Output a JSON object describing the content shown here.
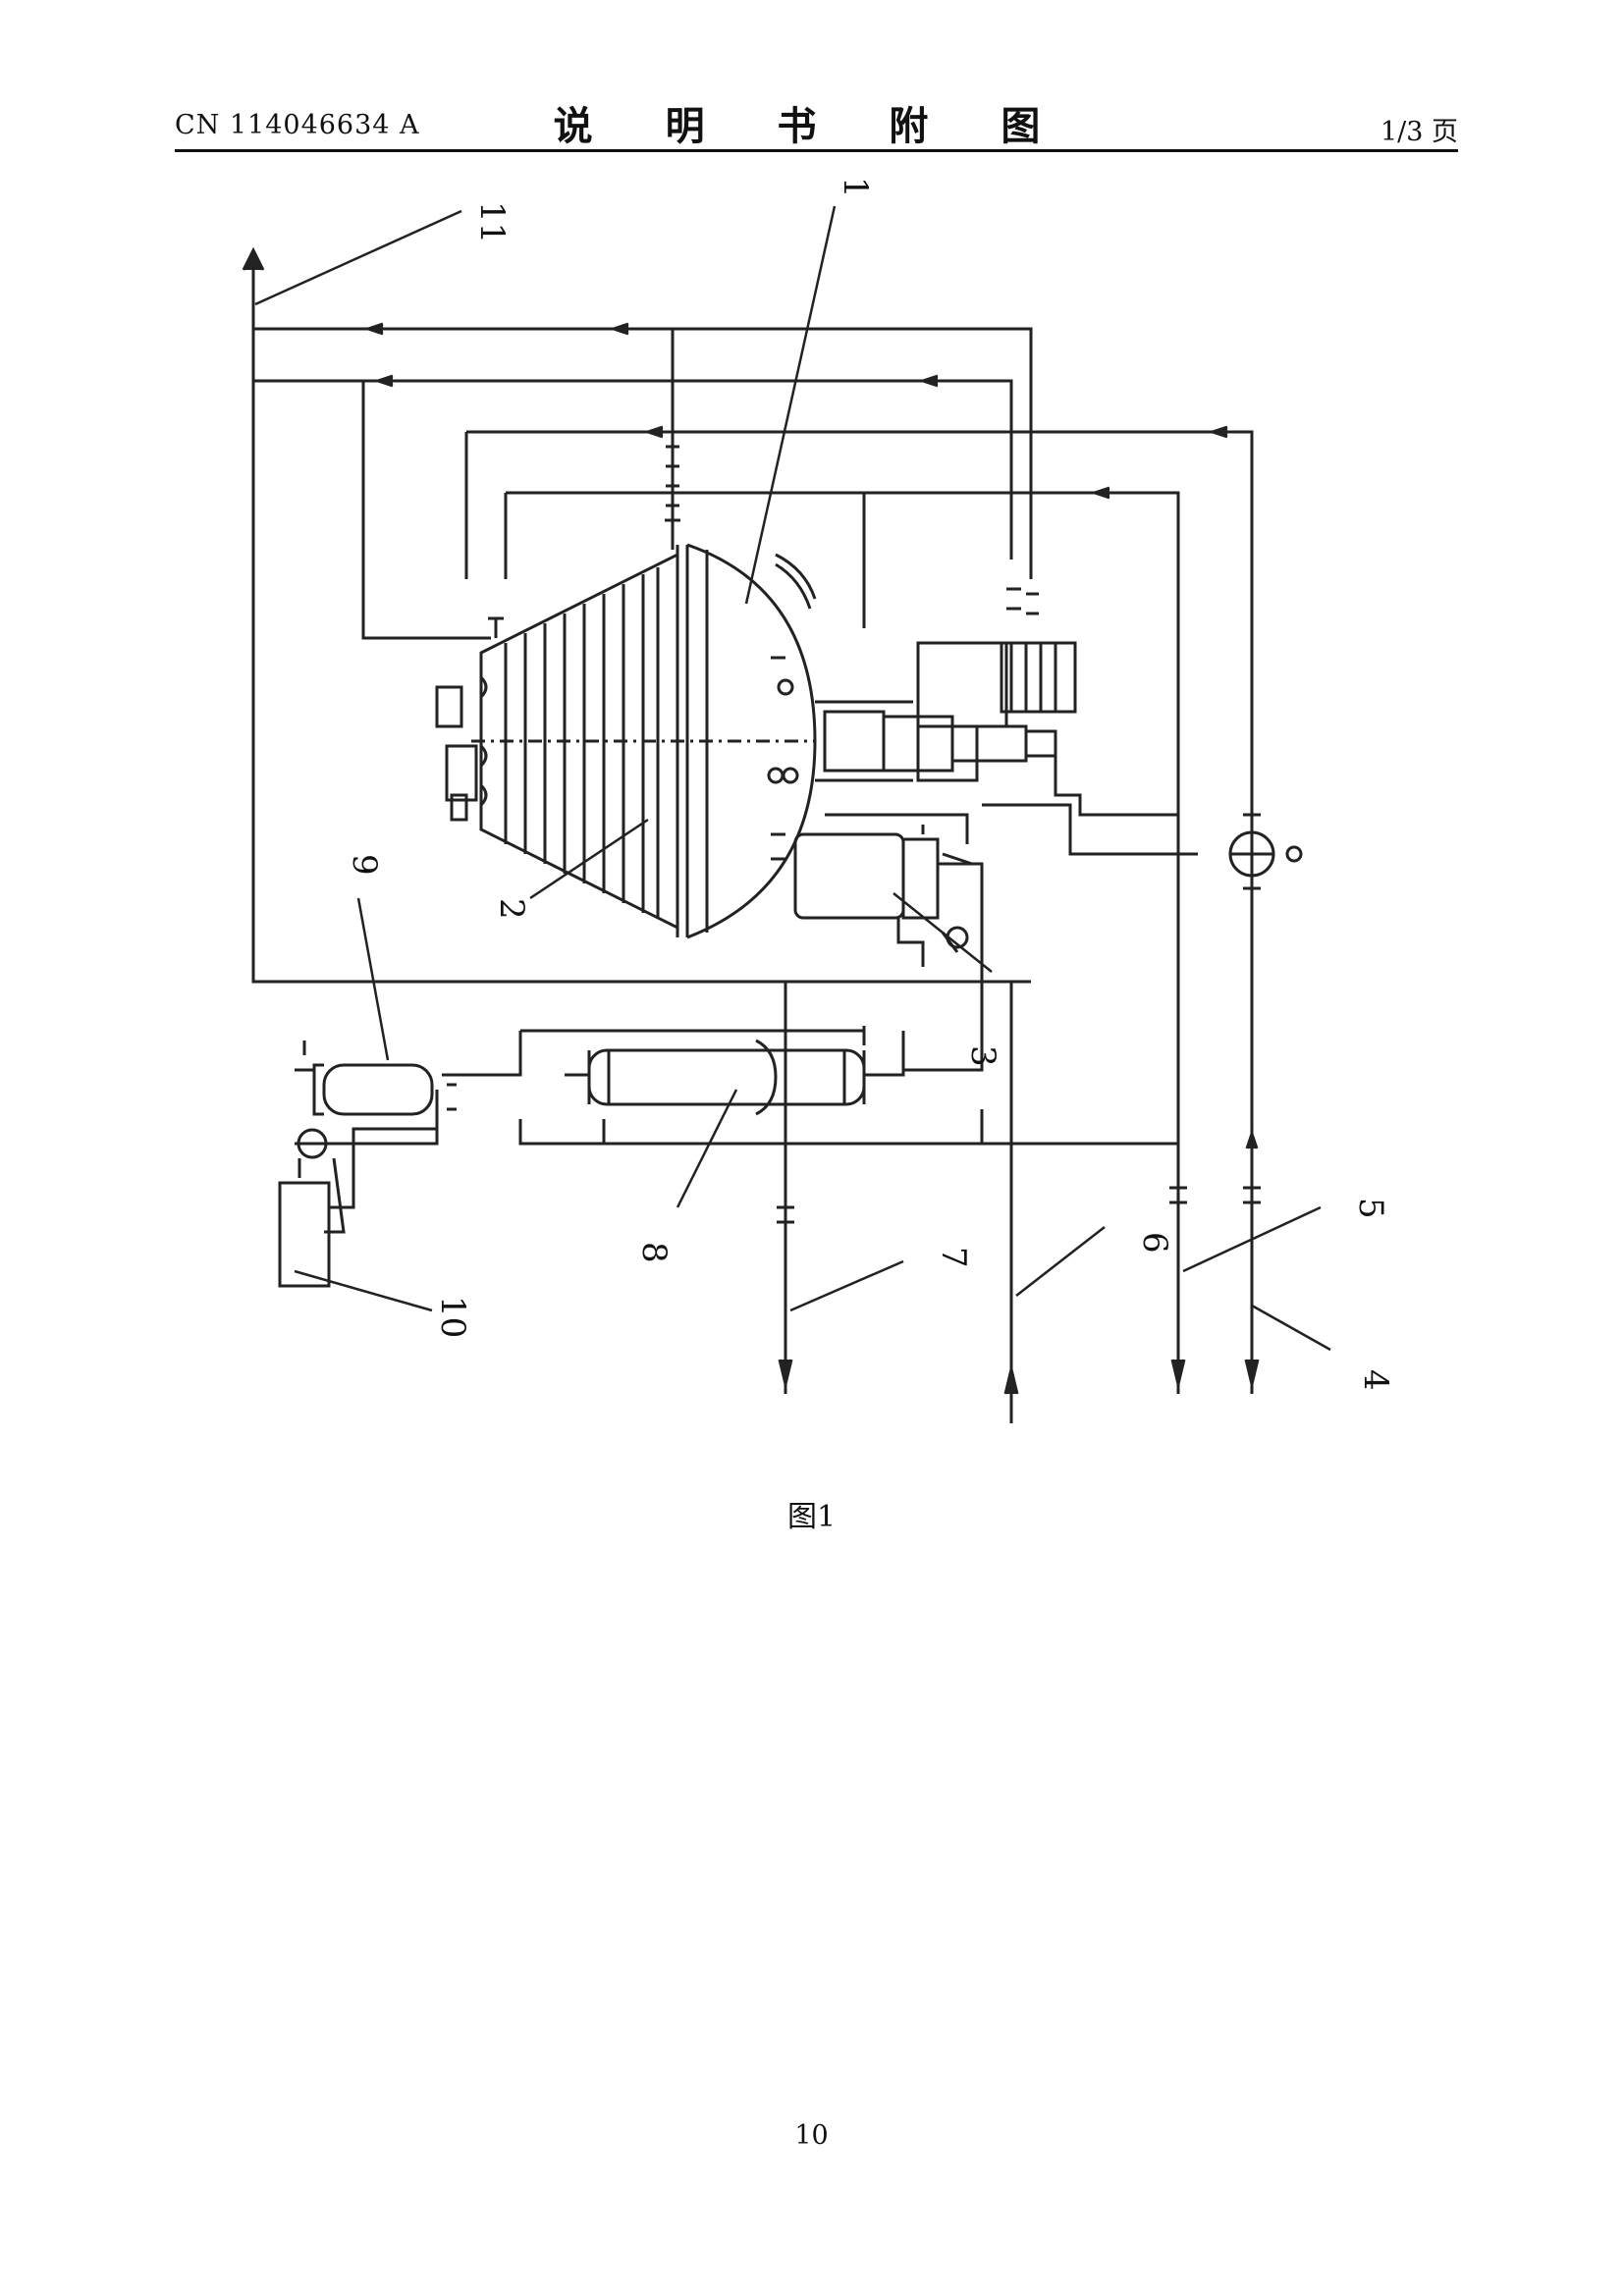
{
  "header": {
    "publication_number": "CN 114046634 A",
    "section_title": "说 明 书 附 图",
    "page_indicator": "1/3 页"
  },
  "figure": {
    "caption": "图1",
    "callouts": [
      "1",
      "2",
      "3",
      "4",
      "5",
      "6",
      "7",
      "8",
      "9",
      "10",
      "11"
    ]
  },
  "footer": {
    "page_number": "10"
  }
}
